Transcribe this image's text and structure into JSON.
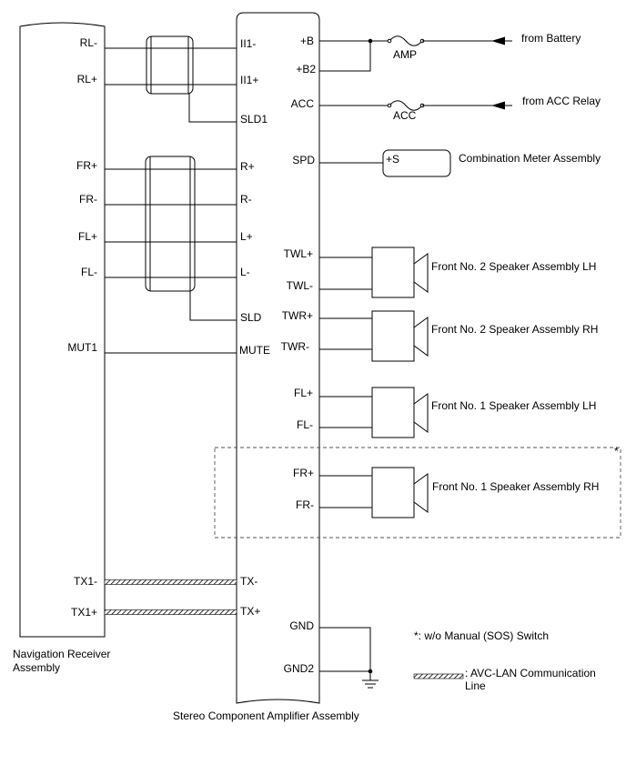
{
  "navigation_receiver": {
    "label_line1": "Navigation Receiver",
    "label_line2": "Assembly",
    "pins": {
      "rl_minus": "RL-",
      "rl_plus": "RL+",
      "fr_plus": "FR+",
      "fr_minus": "FR-",
      "fl_plus": "FL+",
      "fl_minus": "FL-",
      "mut1": "MUT1",
      "tx1_minus": "TX1-",
      "tx1_plus": "TX1+"
    }
  },
  "amplifier": {
    "label": "Stereo Component Amplifier Assembly",
    "left_pins": {
      "ii1_minus": "II1-",
      "ii1_plus": "II1+",
      "sld1": "SLD1",
      "r_plus": "R+",
      "r_minus": "R-",
      "l_plus": "L+",
      "l_minus": "L-",
      "sld": "SLD",
      "mute": "MUTE",
      "tx_minus": "TX-",
      "tx_plus": "TX+"
    },
    "right_pins": {
      "b": "+B",
      "b2": "+B2",
      "acc": "ACC",
      "spd": "SPD",
      "twl_plus": "TWL+",
      "twl_minus": "TWL-",
      "twr_plus": "TWR+",
      "twr_minus": "TWR-",
      "fl_plus": "FL+",
      "fl_minus": "FL-",
      "fr_plus": "FR+",
      "fr_minus": "FR-",
      "gnd": "GND",
      "gnd2": "GND2"
    }
  },
  "power": {
    "amp_fuse": "AMP",
    "acc_fuse": "ACC",
    "from_battery": "from Battery",
    "from_acc_relay": "from ACC Relay"
  },
  "meter": {
    "terminal": "+S",
    "label": "Combination Meter Assembly"
  },
  "speakers": {
    "front2_lh": "Front No. 2 Speaker Assembly LH",
    "front2_rh": "Front No. 2 Speaker Assembly RH",
    "front1_lh": "Front No. 1 Speaker Assembly LH",
    "front1_rh": "Front No. 1 Speaker Assembly RH"
  },
  "notes": {
    "asterisk": "*",
    "wo_switch": "*: w/o Manual (SOS) Switch",
    "avc_lan_line1": ": AVC-LAN Communication",
    "avc_lan_line2": "Line"
  }
}
